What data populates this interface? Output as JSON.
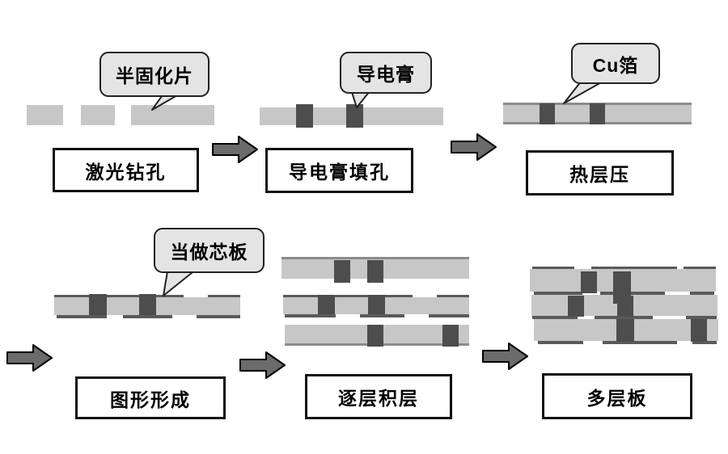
{
  "diagram": {
    "description": "PCB multilayer build-up process flow",
    "colors": {
      "board_light": "#c7c7c7",
      "via_dark": "#4d4d4d",
      "cu_foil": "#8c8c8c",
      "copper_trace": "#5a5a5a",
      "arrow_fill": "#6b6b6b",
      "bubble_fill": "#e4e4e4",
      "outline": "#111111"
    },
    "steps": [
      {
        "id": "laser-drilling",
        "label": "激光钻孔",
        "callout": "半固化片"
      },
      {
        "id": "paste-filling",
        "label": "导电膏填孔",
        "callout": "导电膏"
      },
      {
        "id": "hot-lamination",
        "label": "热层压",
        "callout": "Cu箔"
      },
      {
        "id": "pattern-formation",
        "label": "图形形成",
        "callout": "当做芯板"
      },
      {
        "id": "layer-buildup",
        "label": "逐层积层",
        "callout": ""
      },
      {
        "id": "multilayer-board",
        "label": "多层板",
        "callout": ""
      }
    ]
  }
}
